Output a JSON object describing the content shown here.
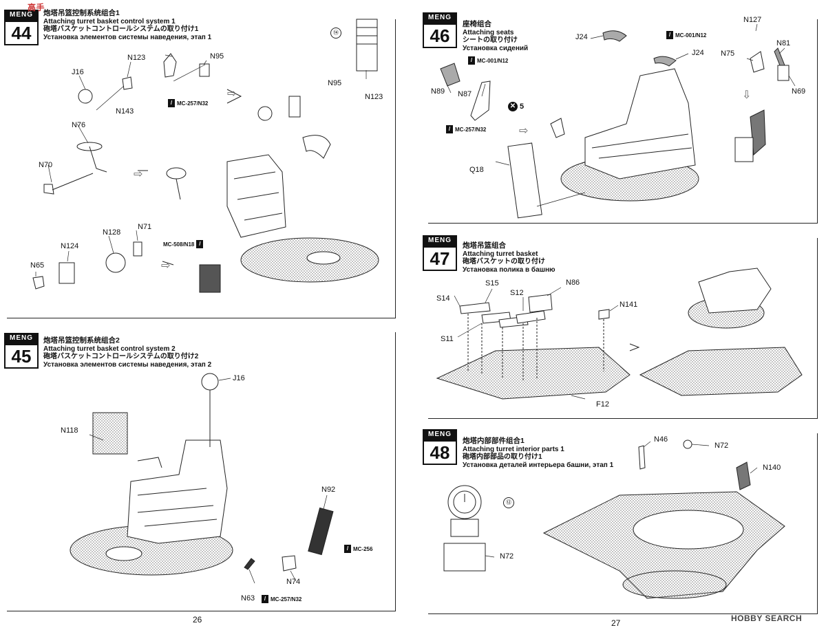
{
  "steps": {
    "s44": {
      "num": "44",
      "logo": "MENG",
      "zh": "炮塔吊篮控制系统组合1",
      "en": "Attaching turret basket control system 1",
      "ja": "砲塔バスケットコントロールシステムの取り付け1",
      "ru": "Установка элементов системы наведения, этап 1"
    },
    "s45": {
      "num": "45",
      "logo": "MENG",
      "zh": "炮塔吊篮控制系统组合2",
      "en": "Attaching turret basket control system  2",
      "ja": "砲塔バスケットコントロールシステムの取り付け2",
      "ru": "Установка элементов системы наведения, этап 2"
    },
    "s46": {
      "num": "46",
      "logo": "MENG",
      "zh": "座椅组合",
      "en": "Attaching seats",
      "ja": "シートの取り付け",
      "ru": "Установка сидений"
    },
    "s47": {
      "num": "47",
      "logo": "MENG",
      "zh": "炮塔吊篮组合",
      "en": "Attaching turret basket",
      "ja": "砲塔バスケットの取り付け",
      "ru": "Установка полика в башню"
    },
    "s48": {
      "num": "48",
      "logo": "MENG",
      "zh": "炮塔内部部件组合1",
      "en": "Attaching turret interior parts 1",
      "ja": "砲塔内部部品の取り付け1",
      "ru": "Установка деталей интерьера башни, этап 1"
    }
  },
  "labels44": [
    "J16",
    "N123",
    "N95",
    "N143",
    "N76",
    "N70",
    "N128",
    "N71",
    "N124",
    "N65",
    "N95",
    "N123"
  ],
  "paint44": [
    "MC-257/N32",
    "MC-508/N18"
  ],
  "circle44": "⑭",
  "labels45": [
    "J16",
    "N118",
    "N92",
    "N63",
    "N74"
  ],
  "paint45": [
    "MC-256",
    "MC-257/N32"
  ],
  "labels46": [
    "J24",
    "J24",
    "N127",
    "N81",
    "N75",
    "N69",
    "N89",
    "N87",
    "Q18"
  ],
  "paint46": [
    "MC-001/N12",
    "MC-001/N12",
    "MC-257/N32"
  ],
  "x5": "5",
  "labels47": [
    "S15",
    "S12",
    "N86",
    "S14",
    "N141",
    "S11",
    "F12"
  ],
  "labels48": [
    "N46",
    "N72",
    "N140",
    "N72"
  ],
  "circle48": "⑫",
  "pages": {
    "left": "26",
    "right": "27"
  },
  "watermark_top": "高手",
  "watermark_bottom": "HOBBY SEARCH"
}
